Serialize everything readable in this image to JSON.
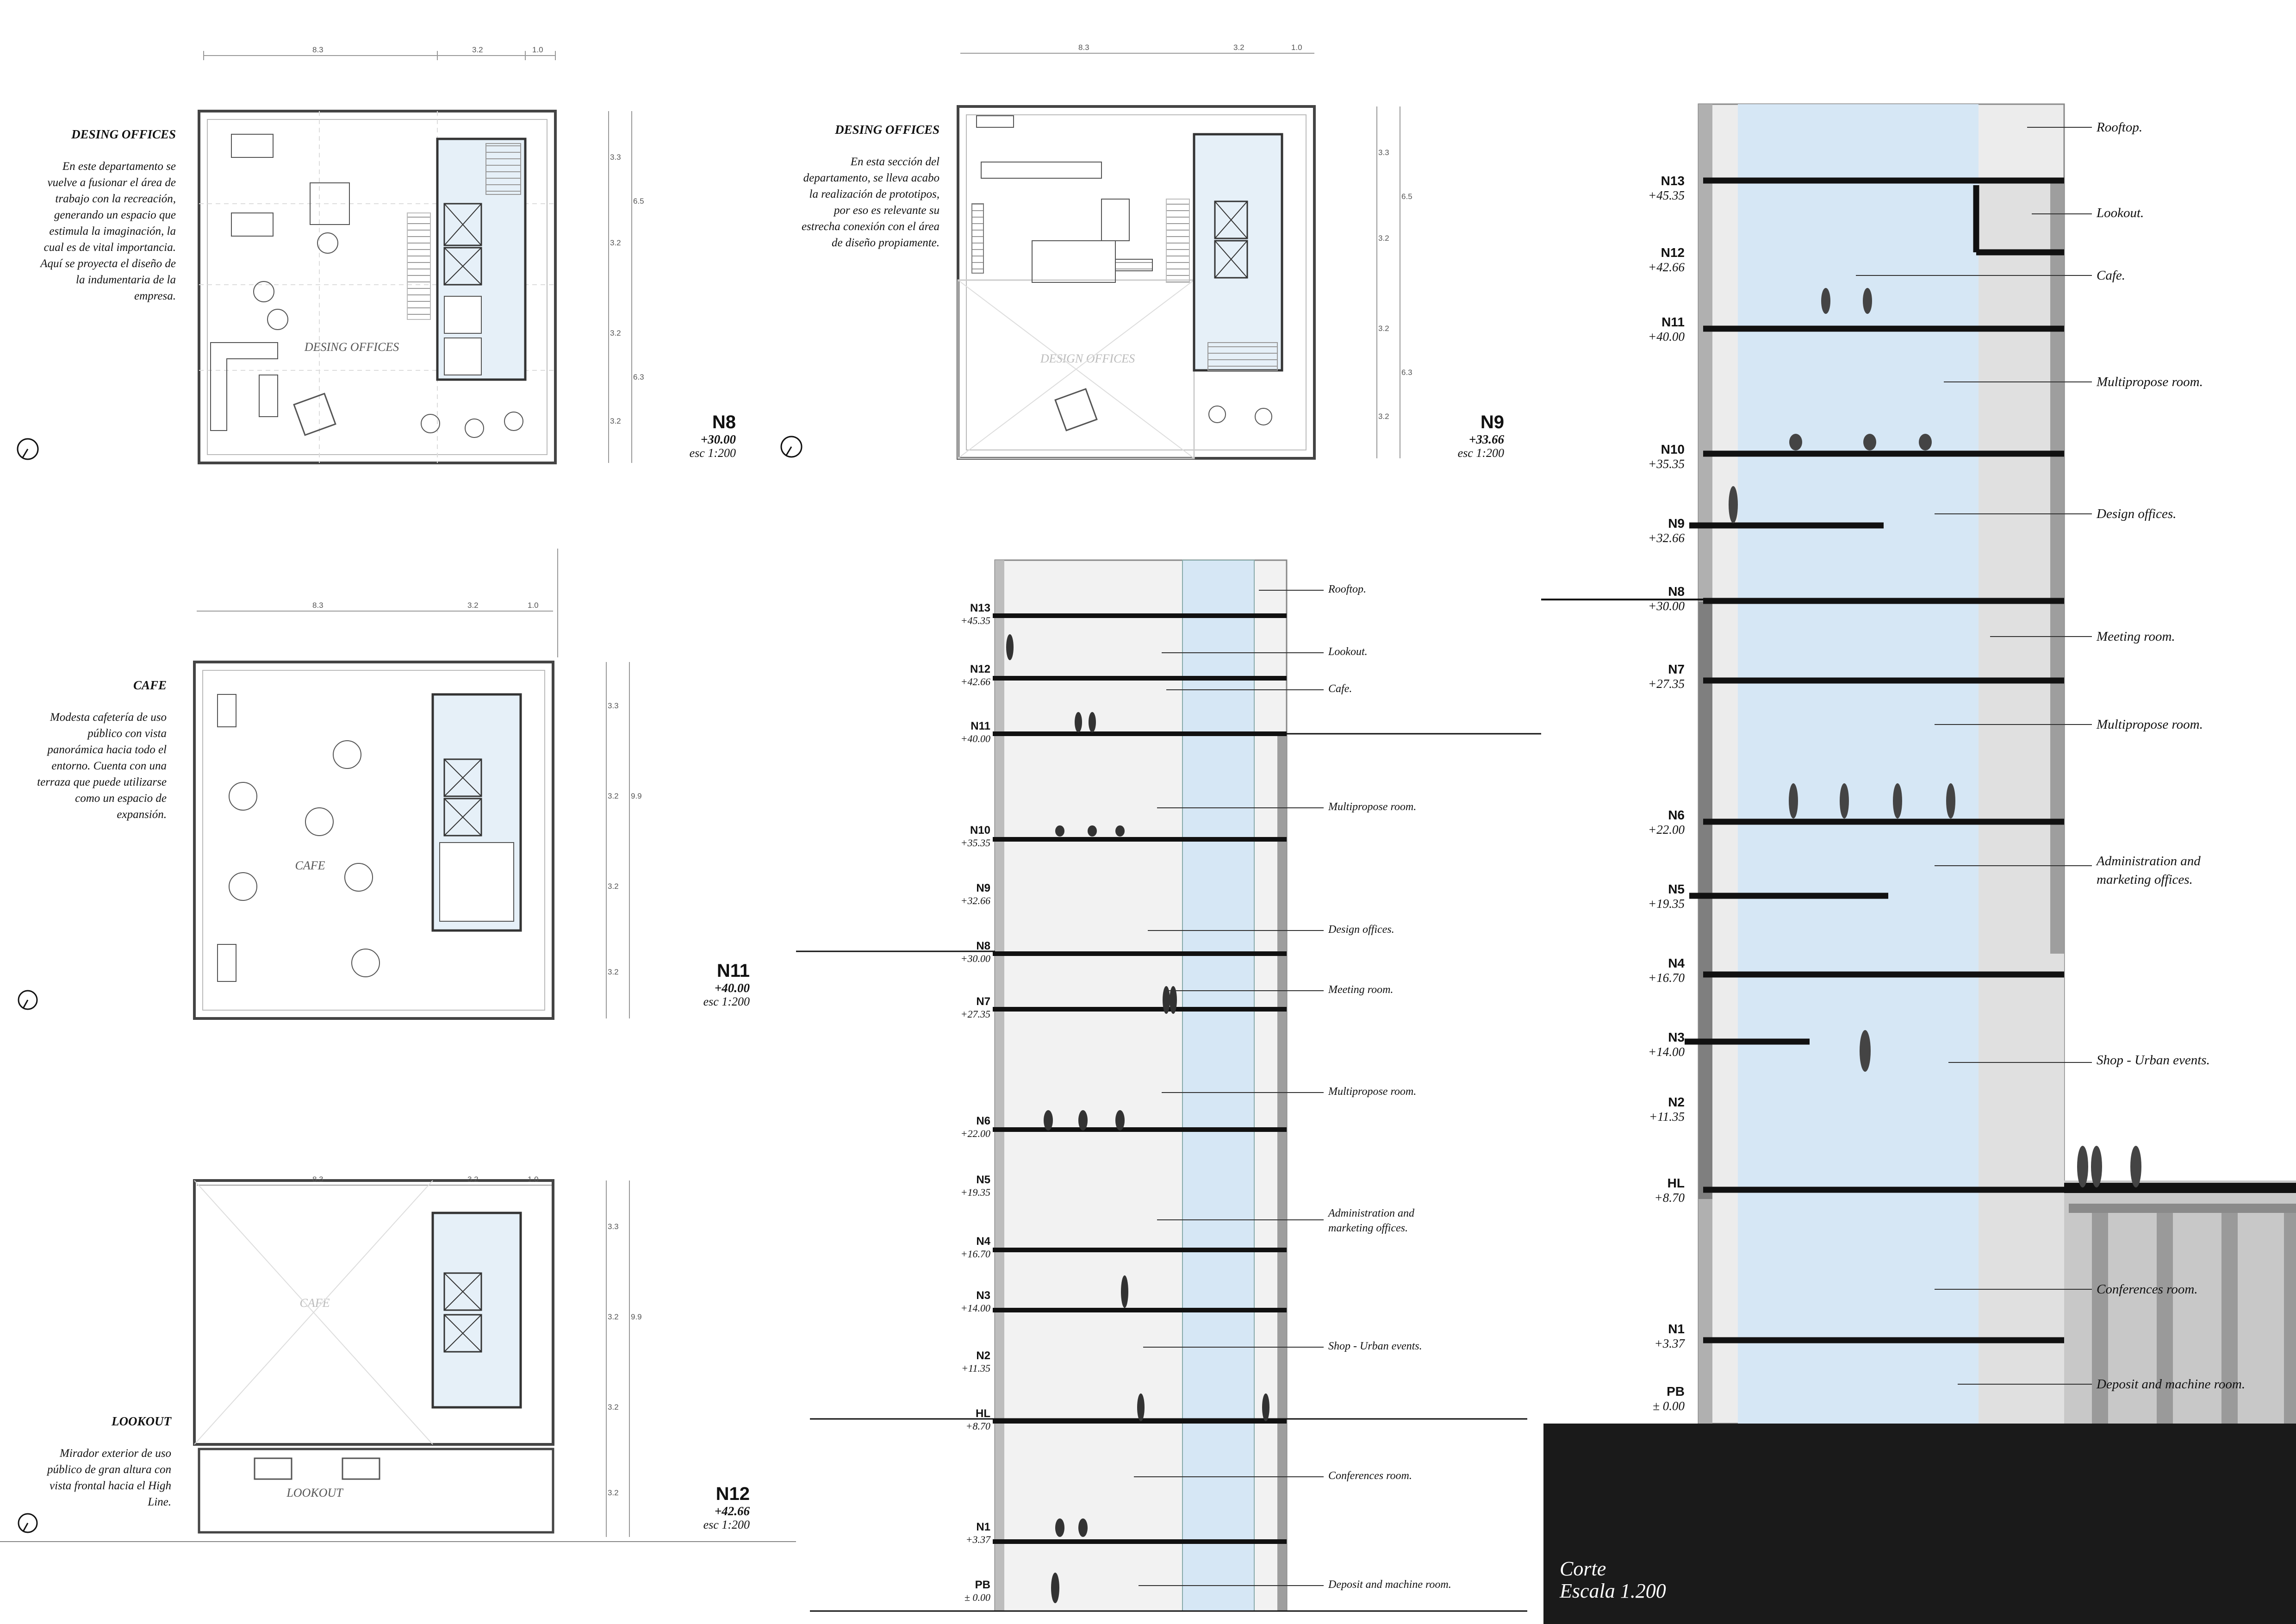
{
  "plans": {
    "n8": {
      "title": "DESING OFFICES",
      "description": "En este departamento se vuelve a fusionar el área de trabajo con la recreación, generando un espacio que estimula la imaginación, la cual es de vital importancia. Aquí se proyecta el diseño de la indumentaria de la empresa.",
      "room_label": "DESING OFFICES",
      "level": "N8",
      "elevation": "+30.00",
      "scale": "esc 1:200"
    },
    "n9": {
      "title": "DESING OFFICES",
      "description": "En esta sección del departamento, se lleva acabo la realización de prototipos, por eso es relevante su estrecha conexión con el área de diseño propiamente.",
      "room_label": "DESIGN OFFICES",
      "level": "N9",
      "elevation": "+33.66",
      "scale": "esc 1:200"
    },
    "n11": {
      "title": "CAFE",
      "description": "Modesta cafetería de uso público con vista panorámica hacia todo el entorno. Cuenta con una terraza que puede utilizarse como un espacio de expansión.",
      "room_label": "CAFE",
      "level": "N11",
      "elevation": "+40.00",
      "scale": "esc 1:200"
    },
    "n12": {
      "title": "LOOKOUT",
      "description": "Mirador exterior de uso público de gran altura con vista frontal hacia el High Line.",
      "room_labels": [
        "CAFE",
        "LOOKOUT"
      ],
      "level": "N12",
      "elevation": "+42.66",
      "scale": "esc 1:200"
    },
    "dims": {
      "top": [
        "8.3",
        "3.2",
        "1.0"
      ],
      "side_n8": [
        "3.3",
        "3.2",
        "3.2",
        "3.2"
      ],
      "side_n8_total": [
        "6.5",
        "6.3"
      ],
      "side_other": [
        "3.3",
        "3.2",
        "3.2",
        "3.2"
      ],
      "side_other_total": "9.9"
    }
  },
  "section_small": {
    "levels": [
      {
        "name": "N13",
        "elev": "+45.35"
      },
      {
        "name": "N12",
        "elev": "+42.66"
      },
      {
        "name": "N11",
        "elev": "+40.00"
      },
      {
        "name": "N10",
        "elev": "+35.35"
      },
      {
        "name": "N9",
        "elev": "+32.66"
      },
      {
        "name": "N8",
        "elev": "+30.00"
      },
      {
        "name": "N7",
        "elev": "+27.35"
      },
      {
        "name": "N6",
        "elev": "+22.00"
      },
      {
        "name": "N5",
        "elev": "+19.35"
      },
      {
        "name": "N4",
        "elev": "+16.70"
      },
      {
        "name": "N3",
        "elev": "+14.00"
      },
      {
        "name": "N2",
        "elev": "+11.35"
      },
      {
        "name": "HL",
        "elev": "+8.70"
      },
      {
        "name": "N1",
        "elev": "+3.37"
      },
      {
        "name": "PB",
        "elev": "± 0.00"
      }
    ],
    "rooms": [
      "Rooftop.",
      "Lookout.",
      "Cafe.",
      "Multipropose room.",
      "Design offices.",
      "Meeting room.",
      "Multipropose room.",
      "Administration and marketing offices.",
      "Shop - Urban events.",
      "Conferences room.",
      "Deposit and machine room."
    ]
  },
  "section_big": {
    "levels": [
      {
        "name": "N13",
        "elev": "+45.35"
      },
      {
        "name": "N12",
        "elev": "+42.66"
      },
      {
        "name": "N11",
        "elev": "+40.00"
      },
      {
        "name": "N10",
        "elev": "+35.35"
      },
      {
        "name": "N9",
        "elev": "+32.66"
      },
      {
        "name": "N8",
        "elev": "+30.00"
      },
      {
        "name": "N7",
        "elev": "+27.35"
      },
      {
        "name": "N6",
        "elev": "+22.00"
      },
      {
        "name": "N5",
        "elev": "+19.35"
      },
      {
        "name": "N4",
        "elev": "+16.70"
      },
      {
        "name": "N3",
        "elev": "+14.00"
      },
      {
        "name": "N2",
        "elev": "+11.35"
      },
      {
        "name": "HL",
        "elev": "+8.70"
      },
      {
        "name": "N1",
        "elev": "+3.37"
      },
      {
        "name": "PB",
        "elev": "± 0.00"
      }
    ],
    "rooms": [
      "Rooftop.",
      "Lookout.",
      "Cafe.",
      "Multipropose room.",
      "Design offices.",
      "Meeting room.",
      "Multipropose room.",
      "Administration and marketing offices.",
      "Shop - Urban events.",
      "Conferences room.",
      "Deposit and machine room."
    ],
    "caption_title": "Corte",
    "caption_scale": "Escala 1.200"
  },
  "colors": {
    "glass": "#d6e7f5",
    "slab": "#111111",
    "wall_gray": "#d9d9d9",
    "ground": "#1a1a1a"
  }
}
